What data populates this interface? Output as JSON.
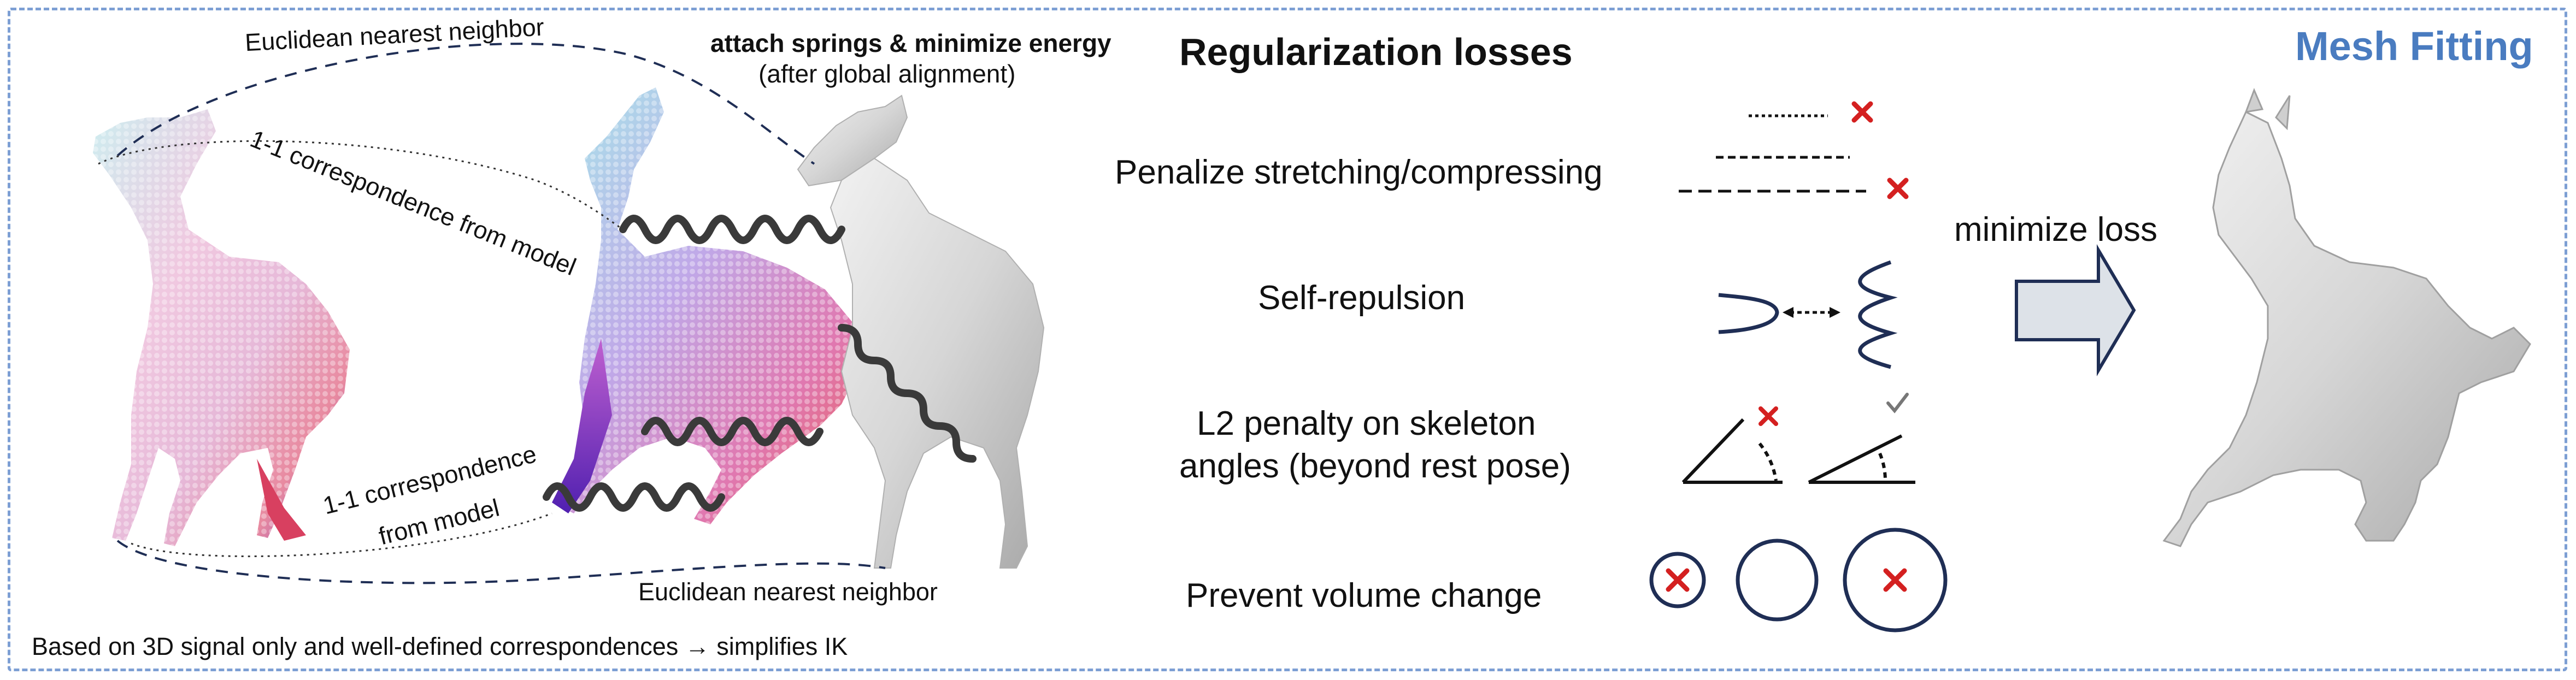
{
  "header": {
    "mesh_fitting": "Mesh Fitting",
    "regularization_title": "Regularization losses"
  },
  "left_panel": {
    "springs_title": "attach springs & minimize energy",
    "springs_subtitle": "(after global alignment)",
    "euclidean_top": "Euclidean nearest neighbor",
    "euclidean_bottom": "Euclidean nearest neighbor",
    "correspondence_top": "1-1 correspondence from model",
    "correspondence_bottom_line1": "1-1 correspondence",
    "correspondence_bottom_line2": "from model",
    "footer": "Based on 3D signal only and well-defined correspondences → simplifies IK"
  },
  "losses": [
    {
      "label": "Penalize stretching/compressing",
      "icon": "stretch-lines-icon"
    },
    {
      "label": "Self-repulsion",
      "icon": "repulsion-curves-icon"
    },
    {
      "label": "L2 penalty on skeleton angles (beyond rest pose)",
      "line1": "L2 penalty on skeleton",
      "line2": "angles (beyond rest pose)",
      "icon": "angle-icon"
    },
    {
      "label": "Prevent volume change",
      "icon": "volume-circles-icon"
    }
  ],
  "right_panel": {
    "minimize_label": "minimize loss",
    "arrow_icon": "right-arrow-icon"
  },
  "colors": {
    "accent_blue": "#4a7cc0",
    "frame_dashed": "#7d9fd4",
    "dark_navy": "#1f2e55",
    "red_cross": "#d42020",
    "mesh_gray": "#d4d4d4",
    "arrow_fill": "#dde2e8"
  }
}
